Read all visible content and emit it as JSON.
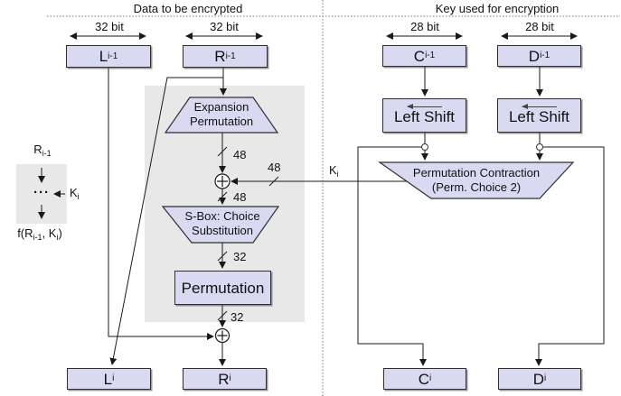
{
  "title_left": "Data to be encrypted",
  "title_right": "Key used for encryption",
  "bit_width_labels": {
    "left1": "32 bit",
    "left2": "32 bit",
    "right1": "28 bit",
    "right2": "28 bit"
  },
  "registers": {
    "l_prev": {
      "name": "L",
      "sub": "i-1"
    },
    "r_prev": {
      "name": "R",
      "sub": "i-1"
    },
    "c_prev": {
      "name": "C",
      "sub": "i-1"
    },
    "d_prev": {
      "name": "D",
      "sub": "i-1"
    },
    "l_out": {
      "name": "L",
      "sub": "i"
    },
    "r_out": {
      "name": "R",
      "sub": "i"
    },
    "c_out": {
      "name": "C",
      "sub": "i"
    },
    "d_out": {
      "name": "D",
      "sub": "i"
    }
  },
  "blocks": {
    "expansion": {
      "line1": "Expansion",
      "line2": "Permutation"
    },
    "sbox": {
      "line1": "S-Box: Choice",
      "line2": "Substitution"
    },
    "permutation": {
      "label": "Permutation"
    },
    "perm_contraction": {
      "line1": "Permutation Contraction",
      "line2": "(Perm. Choice 2)"
    },
    "left_shift_c": {
      "label": "Left Shift"
    },
    "left_shift_d": {
      "label": "Left Shift"
    }
  },
  "wire_labels": {
    "expansion_out": "48",
    "key_in": "48",
    "xor_out": "48",
    "sbox_out": "32",
    "perm_out": "32",
    "key": {
      "name": "K",
      "sub": "i"
    }
  },
  "legend": {
    "input": {
      "name": "R",
      "sub": "i-1"
    },
    "dots": "···",
    "key": {
      "name": "K",
      "sub": "i"
    },
    "output": {
      "p1": "f(R",
      "sub1": "i-1",
      "p2": ", K",
      "sub2": "i",
      "p3": ")"
    }
  },
  "colors": {
    "node_fill": "#d9d9f2",
    "panel_fill": "#e8e8e8",
    "line": "#1a1a1a",
    "background": "#ffffff"
  }
}
